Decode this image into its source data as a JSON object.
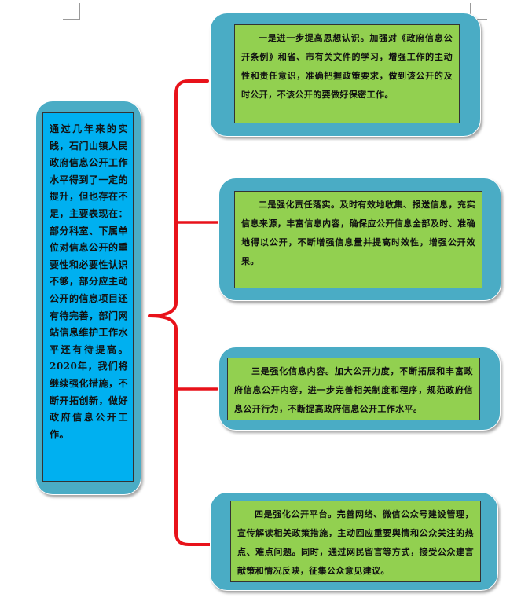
{
  "summary": {
    "text": "通过几年来的实践，石门山镇人民政府信息公开工作水平得到了一定的提升，但也存在不足，主要表现在：部分科室、下属单位对信息公开的重要性和必要性认识不够，部分应主动公开的信息项目还有待完善，部门网站信息维护工作水平还有待提高。2020年，我们将继续强化措施，不断开拓创新，做好政府信息公开工作。"
  },
  "measures": [
    {
      "text": "一是进一步提高思想认识。加强对《政府信息公开条例》和省、市有关文件的学习，增强工作的主动性和责任意识，准确把握政策要求，做到该公开的及时公开，不该公开的要做好保密工作。"
    },
    {
      "text": "二是强化责任落实。及时有效地收集、报送信息，充实信息来源，丰富信息内容，确保应公开信息全部及时、准确地得以公开，不断增强信息量并提高时效性，增强公开效果。"
    },
    {
      "text": "三是强化信息内容。加大公开力度，不断拓展和丰富政府信息公开内容，进一步完善相关制度和程序，规范政府信息公开行为，不断提高政府信息公开工作水平。"
    },
    {
      "text": "四是强化公开平台。完善网络、微信公众号建设管理，宣传解读相关政策措施，主动回应重要舆情和公众关注的热点、难点问题。同时，通过网民留言等方式，接受公众建言献策和情况反映，征集公众意见建议。"
    }
  ],
  "colors": {
    "bubble": "#4aacc5",
    "summary_box": "#00b0f0",
    "measure_box": "#92d050",
    "brace": "#e8121a"
  }
}
